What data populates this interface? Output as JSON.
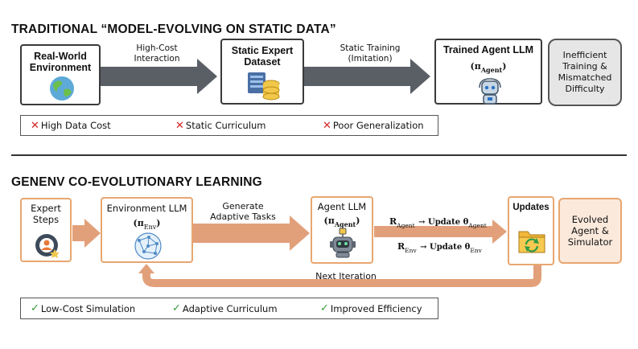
{
  "top": {
    "title": "TRADITIONAL “MODEL-EVOLVING ON STATIC DATA”",
    "boxes": {
      "env": "Real-World Environment",
      "dataset": "Static Expert Dataset",
      "agent": "Trained Agent LLM",
      "agent_symbol": "(π",
      "agent_sub": "Agent",
      "result": "Inefficient Training & Mismatched Difficulty"
    },
    "arrows": {
      "a1": "High-Cost Interaction",
      "a2": "Static Training (Imitation)"
    },
    "drawbacks": [
      "High Data Cost",
      "Static Curriculum",
      "Poor Generalization"
    ]
  },
  "bottom": {
    "title": "GENENV CO-EVOLUTIONARY LEARNING",
    "boxes": {
      "expert": "Expert Steps",
      "env_llm": "Environment LLM",
      "env_sub": "Env",
      "agent_llm": "Agent LLM",
      "agent_sub": "Agent",
      "updates": "Updates",
      "result": "Evolved Agent & Simulator"
    },
    "arrows": {
      "gen": "Generate Adaptive Tasks",
      "upd1_r": "R",
      "upd1_rsub": "Agent",
      "upd1_text": "→ Update θ",
      "upd1_tsub": "Agent",
      "upd2_r": "R",
      "upd2_rsub": "Env",
      "upd2_text": "→ Update θ",
      "upd2_tsub": "Env",
      "loop": "Next Iteration"
    },
    "benefits": [
      "Low-Cost Simulation",
      "Adaptive Curriculum",
      "Improved Efficiency"
    ]
  },
  "colors": {
    "accent": "#e8a670",
    "arrow_gray": "#5a5f66",
    "arrow_orange": "#e2a07a",
    "cross": "#d62424",
    "check": "#3a9a3a"
  },
  "icons": [
    "earth-icon",
    "database-icon",
    "robot-headset-icon",
    "gear-user-icon",
    "network-globe-icon",
    "robot-icon",
    "folder-sync-icon"
  ]
}
